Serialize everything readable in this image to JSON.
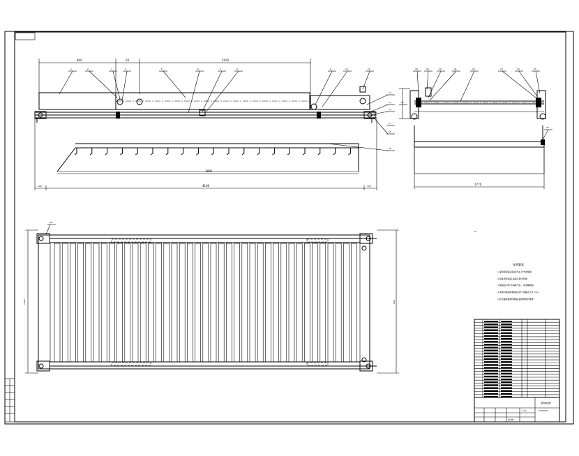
{
  "drawing": {
    "front_view": {
      "dimensions": {
        "overall": "4100",
        "seg1": "800",
        "seg2": "50",
        "seg3": "2950",
        "bottom_left": "100",
        "bottom_right": "100",
        "inner": "3890"
      },
      "balloons": [
        "1",
        "2",
        "3",
        "4",
        "5",
        "6",
        "7",
        "8",
        "9",
        "10",
        "11",
        "12",
        "13",
        "14",
        "15",
        "16",
        "17"
      ]
    },
    "side_view": {
      "dimensions": {
        "width": "1770"
      },
      "balloons": [
        "18",
        "19",
        "20",
        "21",
        "22",
        "23",
        "24",
        "25",
        "26",
        "27"
      ]
    },
    "plan_view": {
      "dimensions": {
        "height_left": "1000",
        "height_right": "900"
      },
      "balloons": [
        "28"
      ]
    },
    "notes": {
      "title": "技术要求",
      "lines": [
        "1.滚筒装配后应转动灵活,无卡滞现象",
        "2.链条张紧适度,运转平稳无异响",
        "3.焊缝应平整,不得有气孔、夹渣等缺陷",
        "4.安装时各滚筒轴线应平行,误差不大于1mm",
        "5.外表面涂防锈漆两遍,面漆按用户要求"
      ]
    },
    "title_block": {
      "drawing_name": "滚筒输送机",
      "drawing_no": "GTSSJ-00",
      "scale": "1:10",
      "sheet": "共1张"
    }
  }
}
